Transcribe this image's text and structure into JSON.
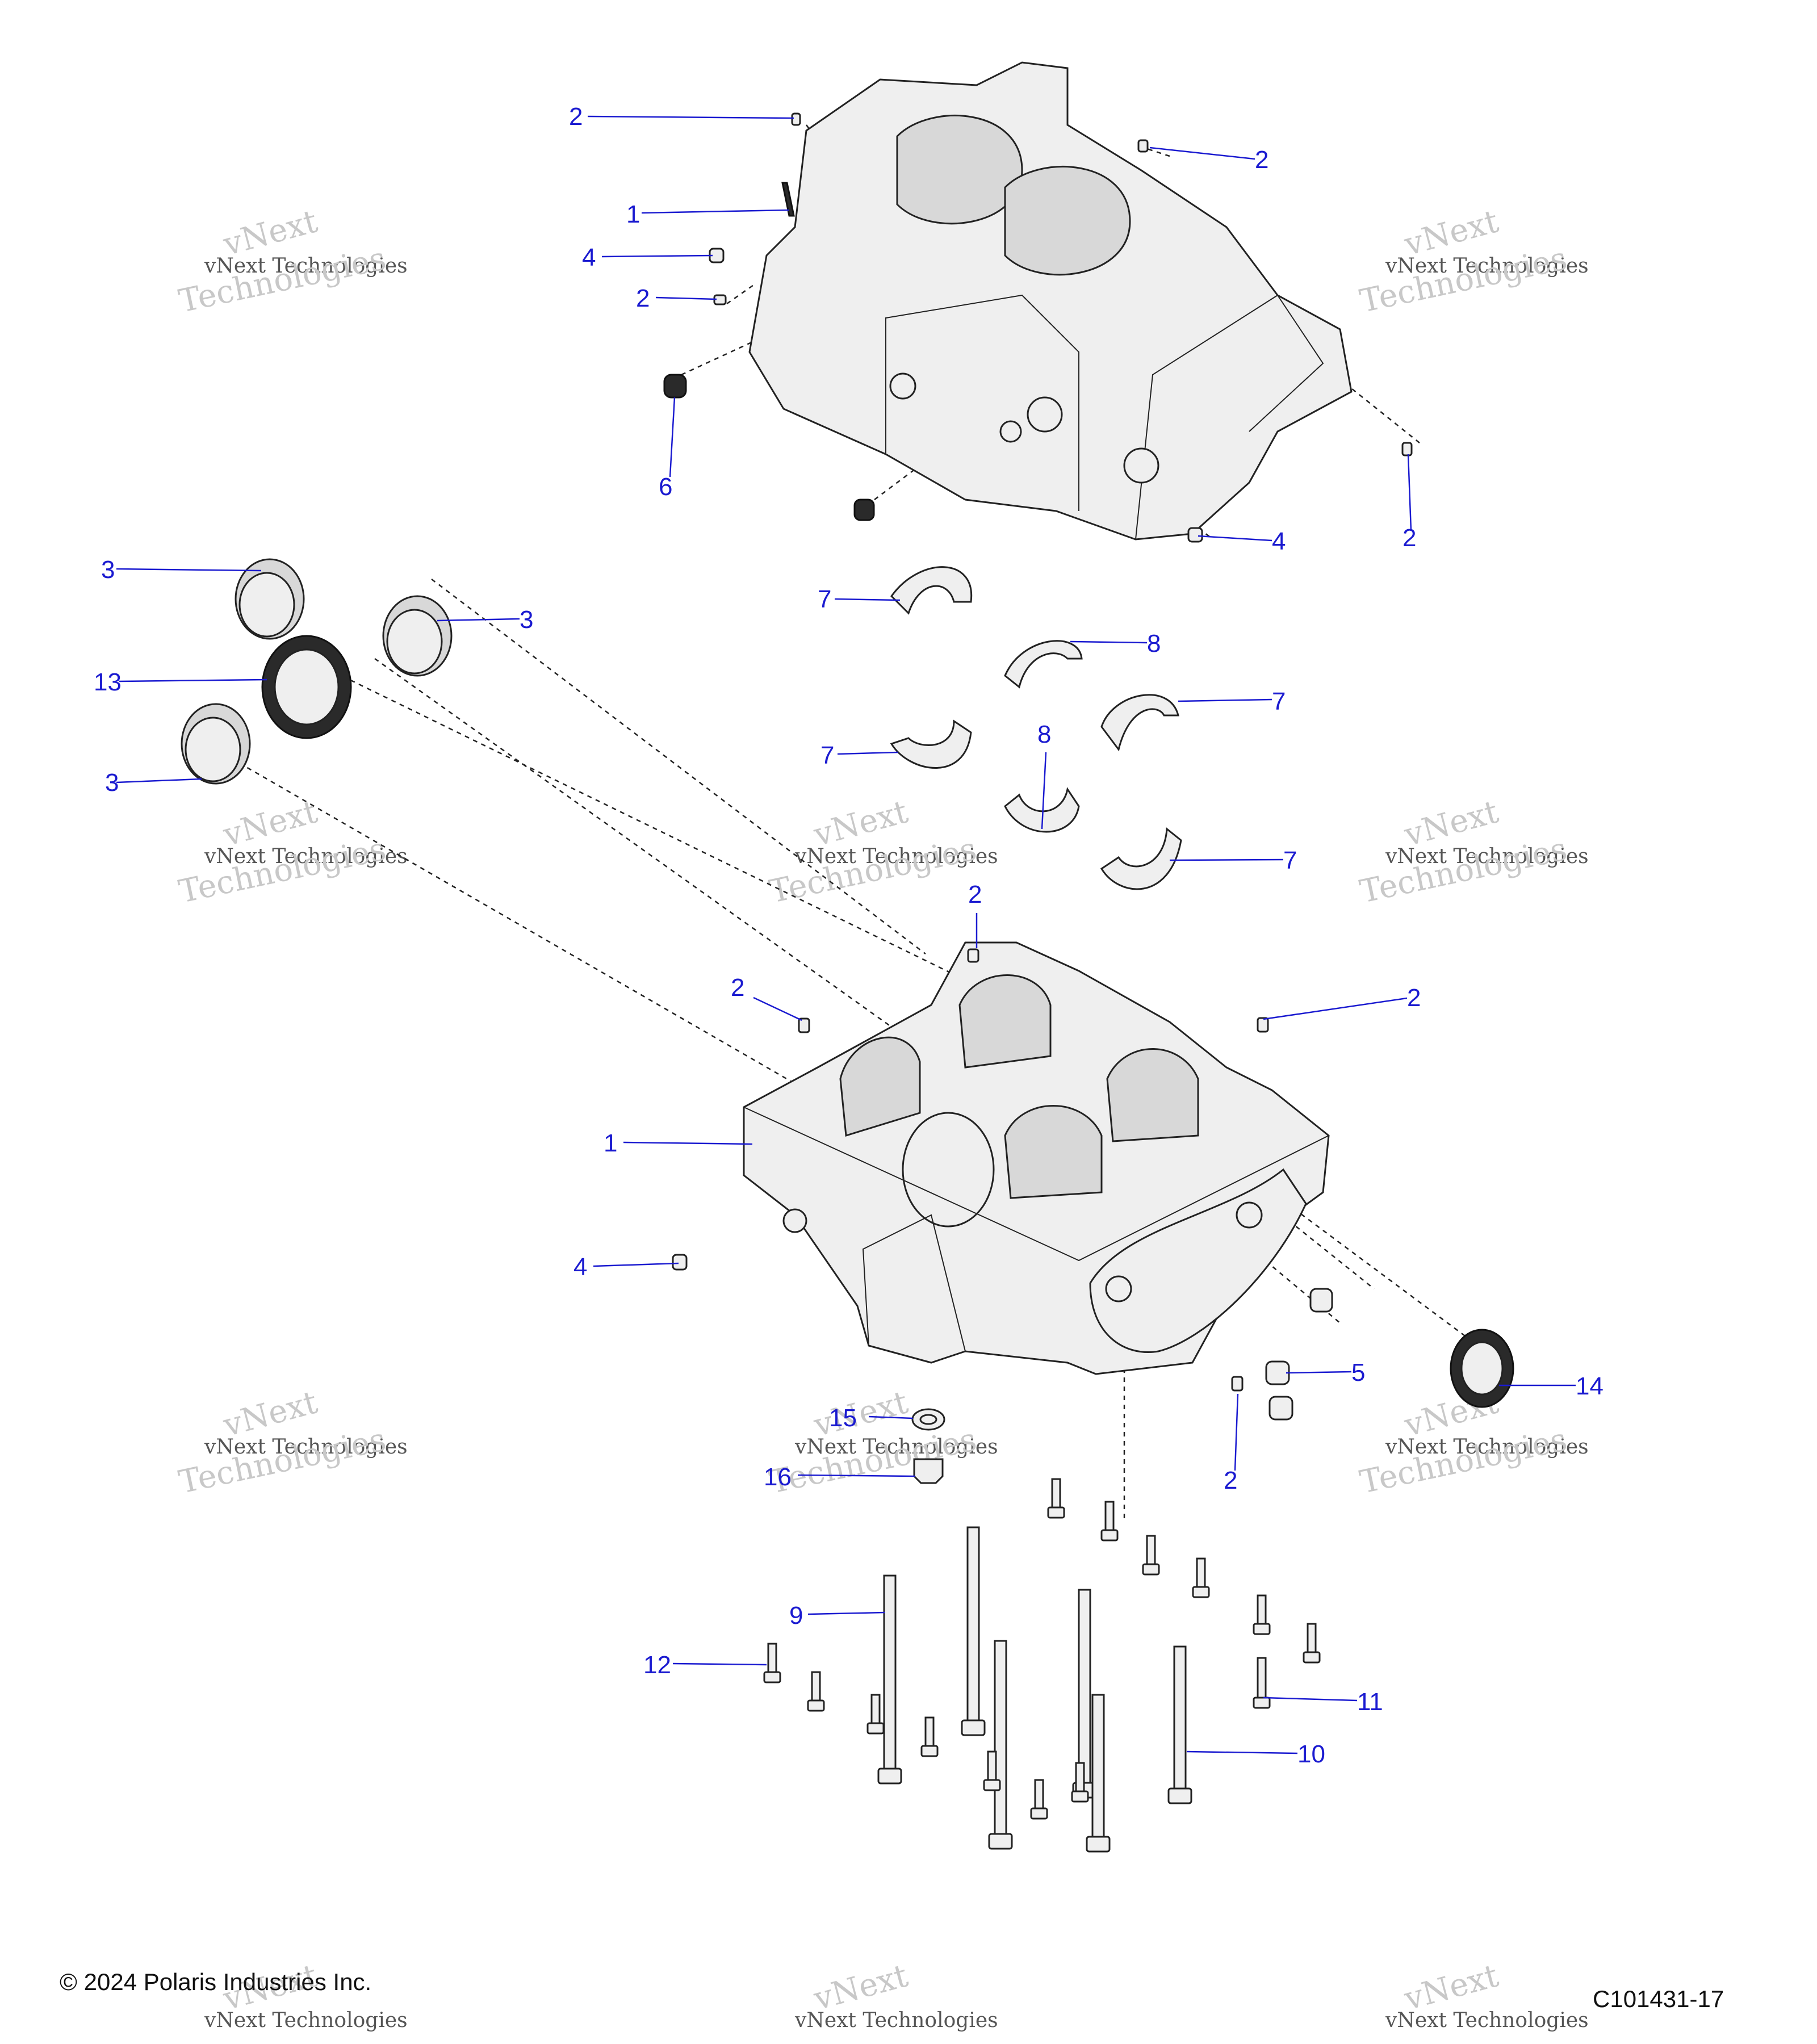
{
  "footer": {
    "copyright": "© 2024 Polaris Industries Inc.",
    "diagram_id": "C101431-17"
  },
  "watermark": {
    "text_top": "vNext",
    "text_line": "vNext Technologies",
    "text_bottom": "Technologies"
  },
  "callouts": {
    "c1a": "1",
    "c1b": "1",
    "c2a": "2",
    "c2b": "2",
    "c2c": "2",
    "c2d": "2",
    "c2e": "2",
    "c2f": "2",
    "c2g": "2",
    "c2h": "2",
    "c3a": "3",
    "c3b": "3",
    "c3c": "3",
    "c4a": "4",
    "c4b": "4",
    "c4c": "4",
    "c5": "5",
    "c6": "6",
    "c7a": "7",
    "c7b": "7",
    "c7c": "7",
    "c7d": "7",
    "c8a": "8",
    "c8b": "8",
    "c9": "9",
    "c10": "10",
    "c11": "11",
    "c12": "12",
    "c13": "13",
    "c14": "14",
    "c15": "15",
    "c16": "16"
  },
  "colors": {
    "callout": "#1a1ad0",
    "line": "#222222",
    "watermark": "#c8c8c8"
  }
}
